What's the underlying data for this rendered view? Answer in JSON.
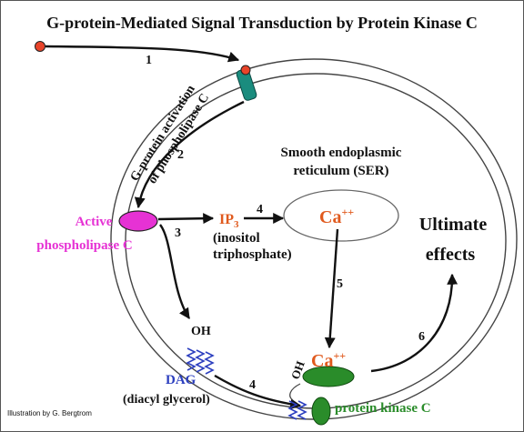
{
  "title": "G-protein-Mediated Signal Transduction by Protein Kinase C",
  "colors": {
    "membrane": "#444444",
    "signal_dot": "#e8442a",
    "receptor": "#1a8c7e",
    "phospholipase": "#e632d4",
    "ip3": "#e05a1e",
    "calcium": "#e05a1e",
    "dag": "#2c3fbf",
    "pkc": "#2a8c2a",
    "text": "#111111"
  },
  "labels": {
    "g_protein_activation_line1": "G-protein activation",
    "g_protein_activation_line2": "of phospholipase C",
    "ser_line1": "Smooth endoplasmic",
    "ser_line2": "reticulum (SER)",
    "active_phospholipase_line1": "Active",
    "active_phospholipase_line2": "phospholipase C",
    "ip3_main": "IP",
    "ip3_sub": "3",
    "inositol_line1": "(inositol",
    "inositol_line2": "triphosphate)",
    "ca_ser_main": "Ca",
    "ca_ser_sup": "++",
    "ca_pkc_main": "Ca",
    "ca_pkc_sup": "++",
    "ultimate_line1": "Ultimate",
    "ultimate_line2": "effects",
    "oh_upper": "OH",
    "oh_lower": "OH",
    "dag": "DAG",
    "diacyl_glycerol": "(diacyl glycerol)",
    "protein_kinase_c": "protein kinase C",
    "credit": "Illustration by G. Bergtrom"
  },
  "steps": {
    "step1": "1",
    "step2": "2",
    "step3": "3",
    "step4_ip3": "4",
    "step4_dag": "4",
    "step5": "5",
    "step6": "6"
  }
}
